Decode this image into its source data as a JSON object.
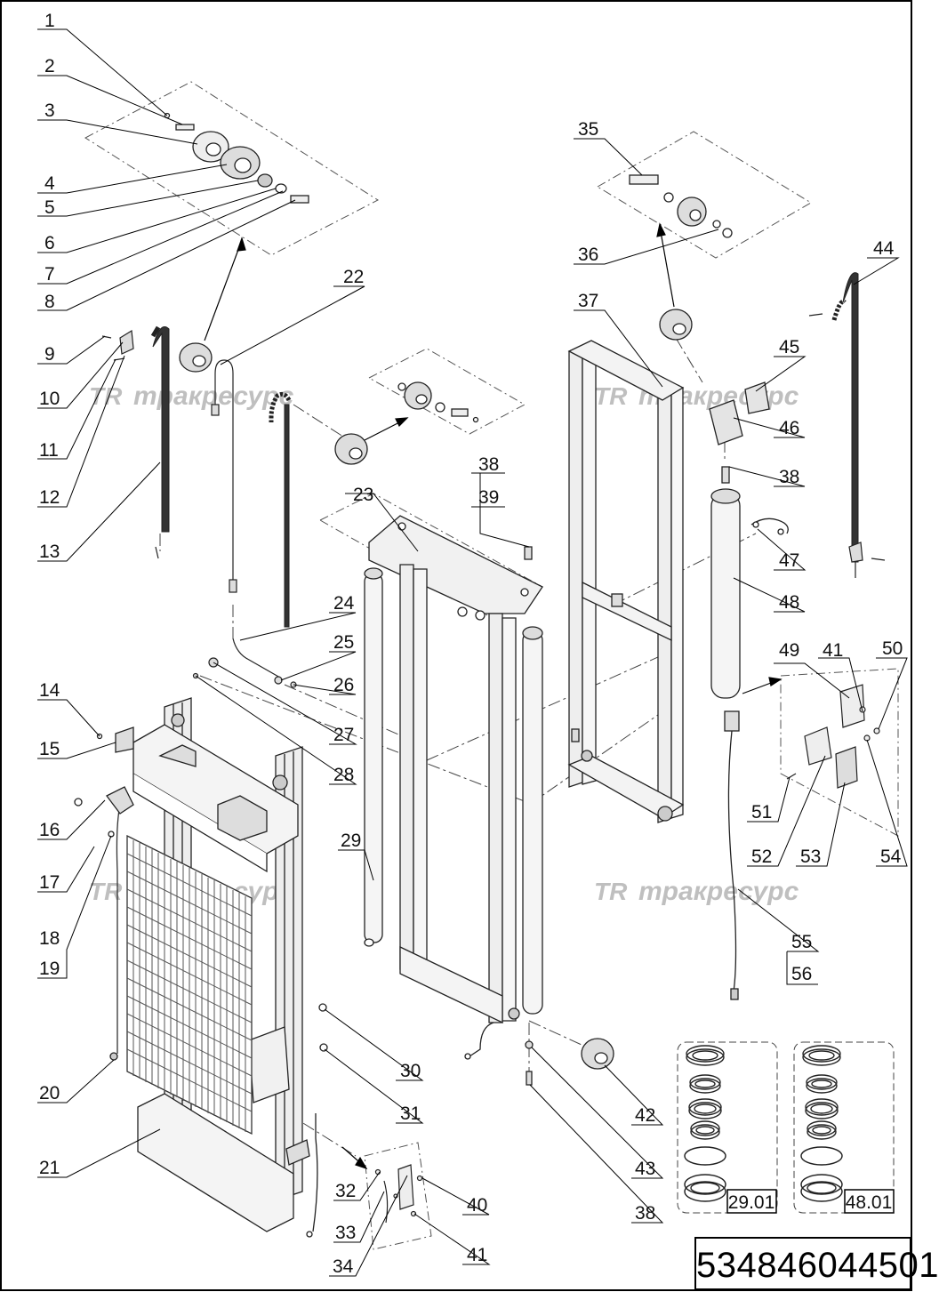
{
  "watermark": {
    "logo": "TR",
    "text": "тракресурс"
  },
  "callouts": [
    "1",
    "2",
    "3",
    "4",
    "5",
    "6",
    "7",
    "8",
    "9",
    "10",
    "11",
    "12",
    "13",
    "14",
    "15",
    "16",
    "17",
    "18",
    "19",
    "20",
    "21",
    "22",
    "23",
    "24",
    "25",
    "26",
    "27",
    "28",
    "29",
    "30",
    "31",
    "32",
    "33",
    "34",
    "35",
    "36",
    "37",
    "38",
    "39",
    "40",
    "41",
    "42",
    "43",
    "44",
    "45",
    "46",
    "47",
    "48",
    "49",
    "50",
    "51",
    "52",
    "53",
    "54",
    "55",
    "56"
  ],
  "repeated_callouts": {
    "c38_top": "38",
    "c38_mid": "38",
    "c38_bot": "38",
    "c41_right": "41",
    "c41_bottom": "41"
  },
  "seal_kits": [
    {
      "label": "29.01"
    },
    {
      "label": "48.01"
    }
  ],
  "drawing_code": "534846044501"
}
